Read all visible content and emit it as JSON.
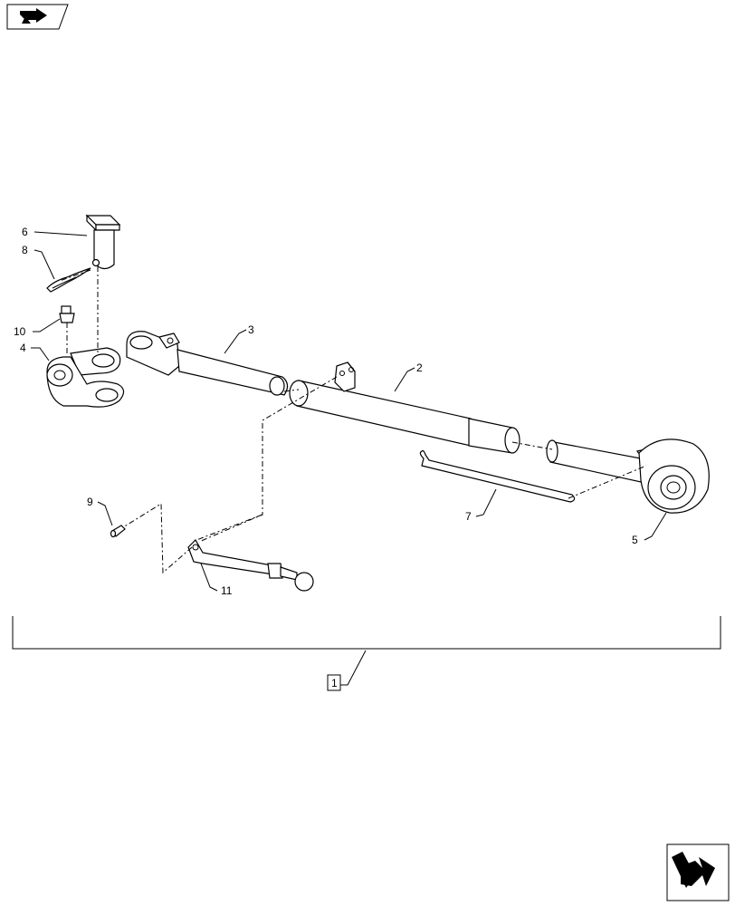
{
  "diagram": {
    "callouts": [
      {
        "id": "c6",
        "label": "6"
      },
      {
        "id": "c8",
        "label": "8"
      },
      {
        "id": "c10",
        "label": "10"
      },
      {
        "id": "c4",
        "label": "4"
      },
      {
        "id": "c3",
        "label": "3"
      },
      {
        "id": "c2",
        "label": "2"
      },
      {
        "id": "c7",
        "label": "7"
      },
      {
        "id": "c5",
        "label": "5"
      },
      {
        "id": "c9",
        "label": "9"
      },
      {
        "id": "c11",
        "label": "11"
      }
    ],
    "assembly_label": "1"
  },
  "icons": {
    "top_left": "prev-page-arrow-icon",
    "bottom_right": "next-page-arrow-icon"
  },
  "colors": {
    "line": "#000000",
    "background": "#ffffff"
  }
}
